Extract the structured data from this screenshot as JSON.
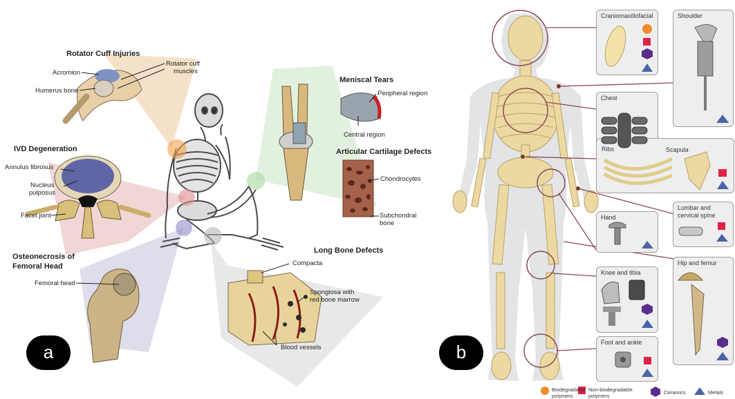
{
  "panel_a": {
    "letter": "a",
    "rotator": {
      "title": "Rotator Cuff Injuries",
      "acromion": "Acromion",
      "humerus": "Humerus bone",
      "muscles_1": "Rotator cuff",
      "muscles_2": "muscles"
    },
    "ivd": {
      "title": "IVD Degeneration",
      "annulus": "Annulus fibrosus",
      "nucleus_1": "Nucleus",
      "nucleus_2": "pulposus",
      "facet": "Facet joint"
    },
    "onfh": {
      "title_1": "Osteonecrosis of",
      "title_2": "Femoral Head",
      "femoral_head": "Femoral head"
    },
    "meniscal": {
      "title": "Meniscal Tears",
      "peripheral": "Peripheral region",
      "central": "Central region"
    },
    "cartilage": {
      "title": "Articular Cartilage Defects",
      "chondrocytes": "Chondrocytes",
      "subchondral_1": "Subchondral",
      "subchondral_2": "bone"
    },
    "long_bone": {
      "title": "Long Bone Defects",
      "compacta": "Compacta",
      "spongiosa_1": "Spongiosa with",
      "spongiosa_2": "red bone marrow",
      "vessels": "Blood vessels"
    }
  },
  "panel_b": {
    "letter": "b",
    "boxes": {
      "craniomaxillofacial": "Craniomaxillofacial",
      "shoulder": "Shoulder",
      "chest": "Chest",
      "ribs": "Ribs",
      "scapula": "Scapula",
      "hand": "Hand",
      "lumbar_1": "Lumbar and",
      "lumbar_2": "cervical spine",
      "knee": "Knee and tibia",
      "hip": "Hip and femur",
      "foot": "Foot and ankle"
    },
    "legend": {
      "bio_1": "Biodegradable",
      "bio_2": "polymers",
      "nonbio_1": "Non-biodegradable",
      "nonbio_2": "polymers",
      "ceramics": "Ceramics",
      "metals": "Metals"
    }
  },
  "colors": {
    "biodegradable": "#f08a2a",
    "non_biodegradable": "#e0224a",
    "ceramics": "#5a2d8c",
    "metals": "#4a64a8",
    "bone": "#e8d39a",
    "callout_circle": "#8a4a52"
  }
}
